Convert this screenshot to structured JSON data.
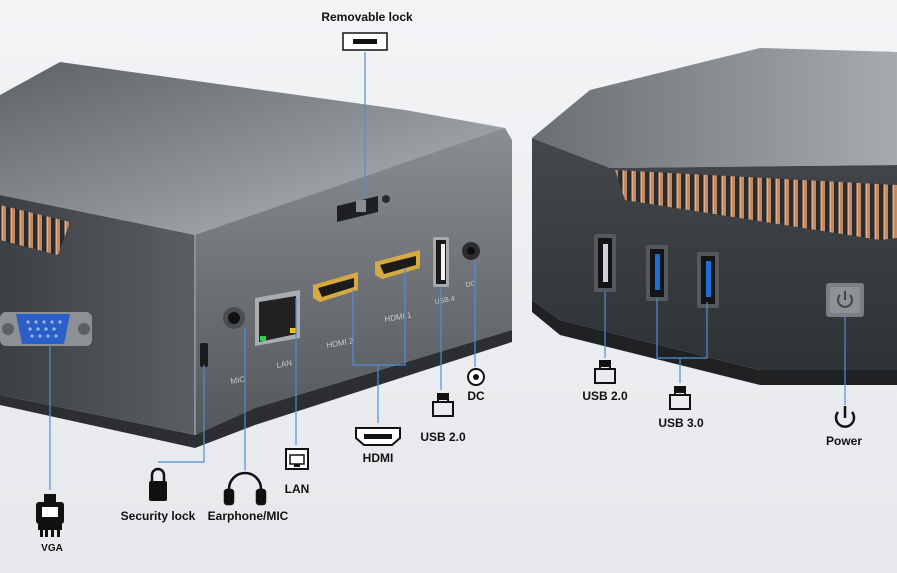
{
  "labels": {
    "removable_lock": "Removable lock",
    "security_lock": "Security lock",
    "earphone_mic": "Earphone/MIC",
    "lan": "LAN",
    "hdmi": "HDMI",
    "usb20_left": "USB 2.0",
    "dc": "DC",
    "usb20_right": "USB 2.0",
    "usb30": "USB 3.0",
    "power": "Power",
    "vga": "VGA"
  },
  "device_print": {
    "mic": "MIC",
    "lan": "LAN",
    "hdmi2": "HDMI 2",
    "hdmi1": "HDMI 1",
    "usb4": "USB 4",
    "dc": "DC"
  },
  "colors": {
    "leader_line": "#4f8fd6",
    "usb3_blue": "#1a6fd8",
    "vga_blue": "#2a5ec9",
    "heatsink_copper": "#b77b55"
  }
}
